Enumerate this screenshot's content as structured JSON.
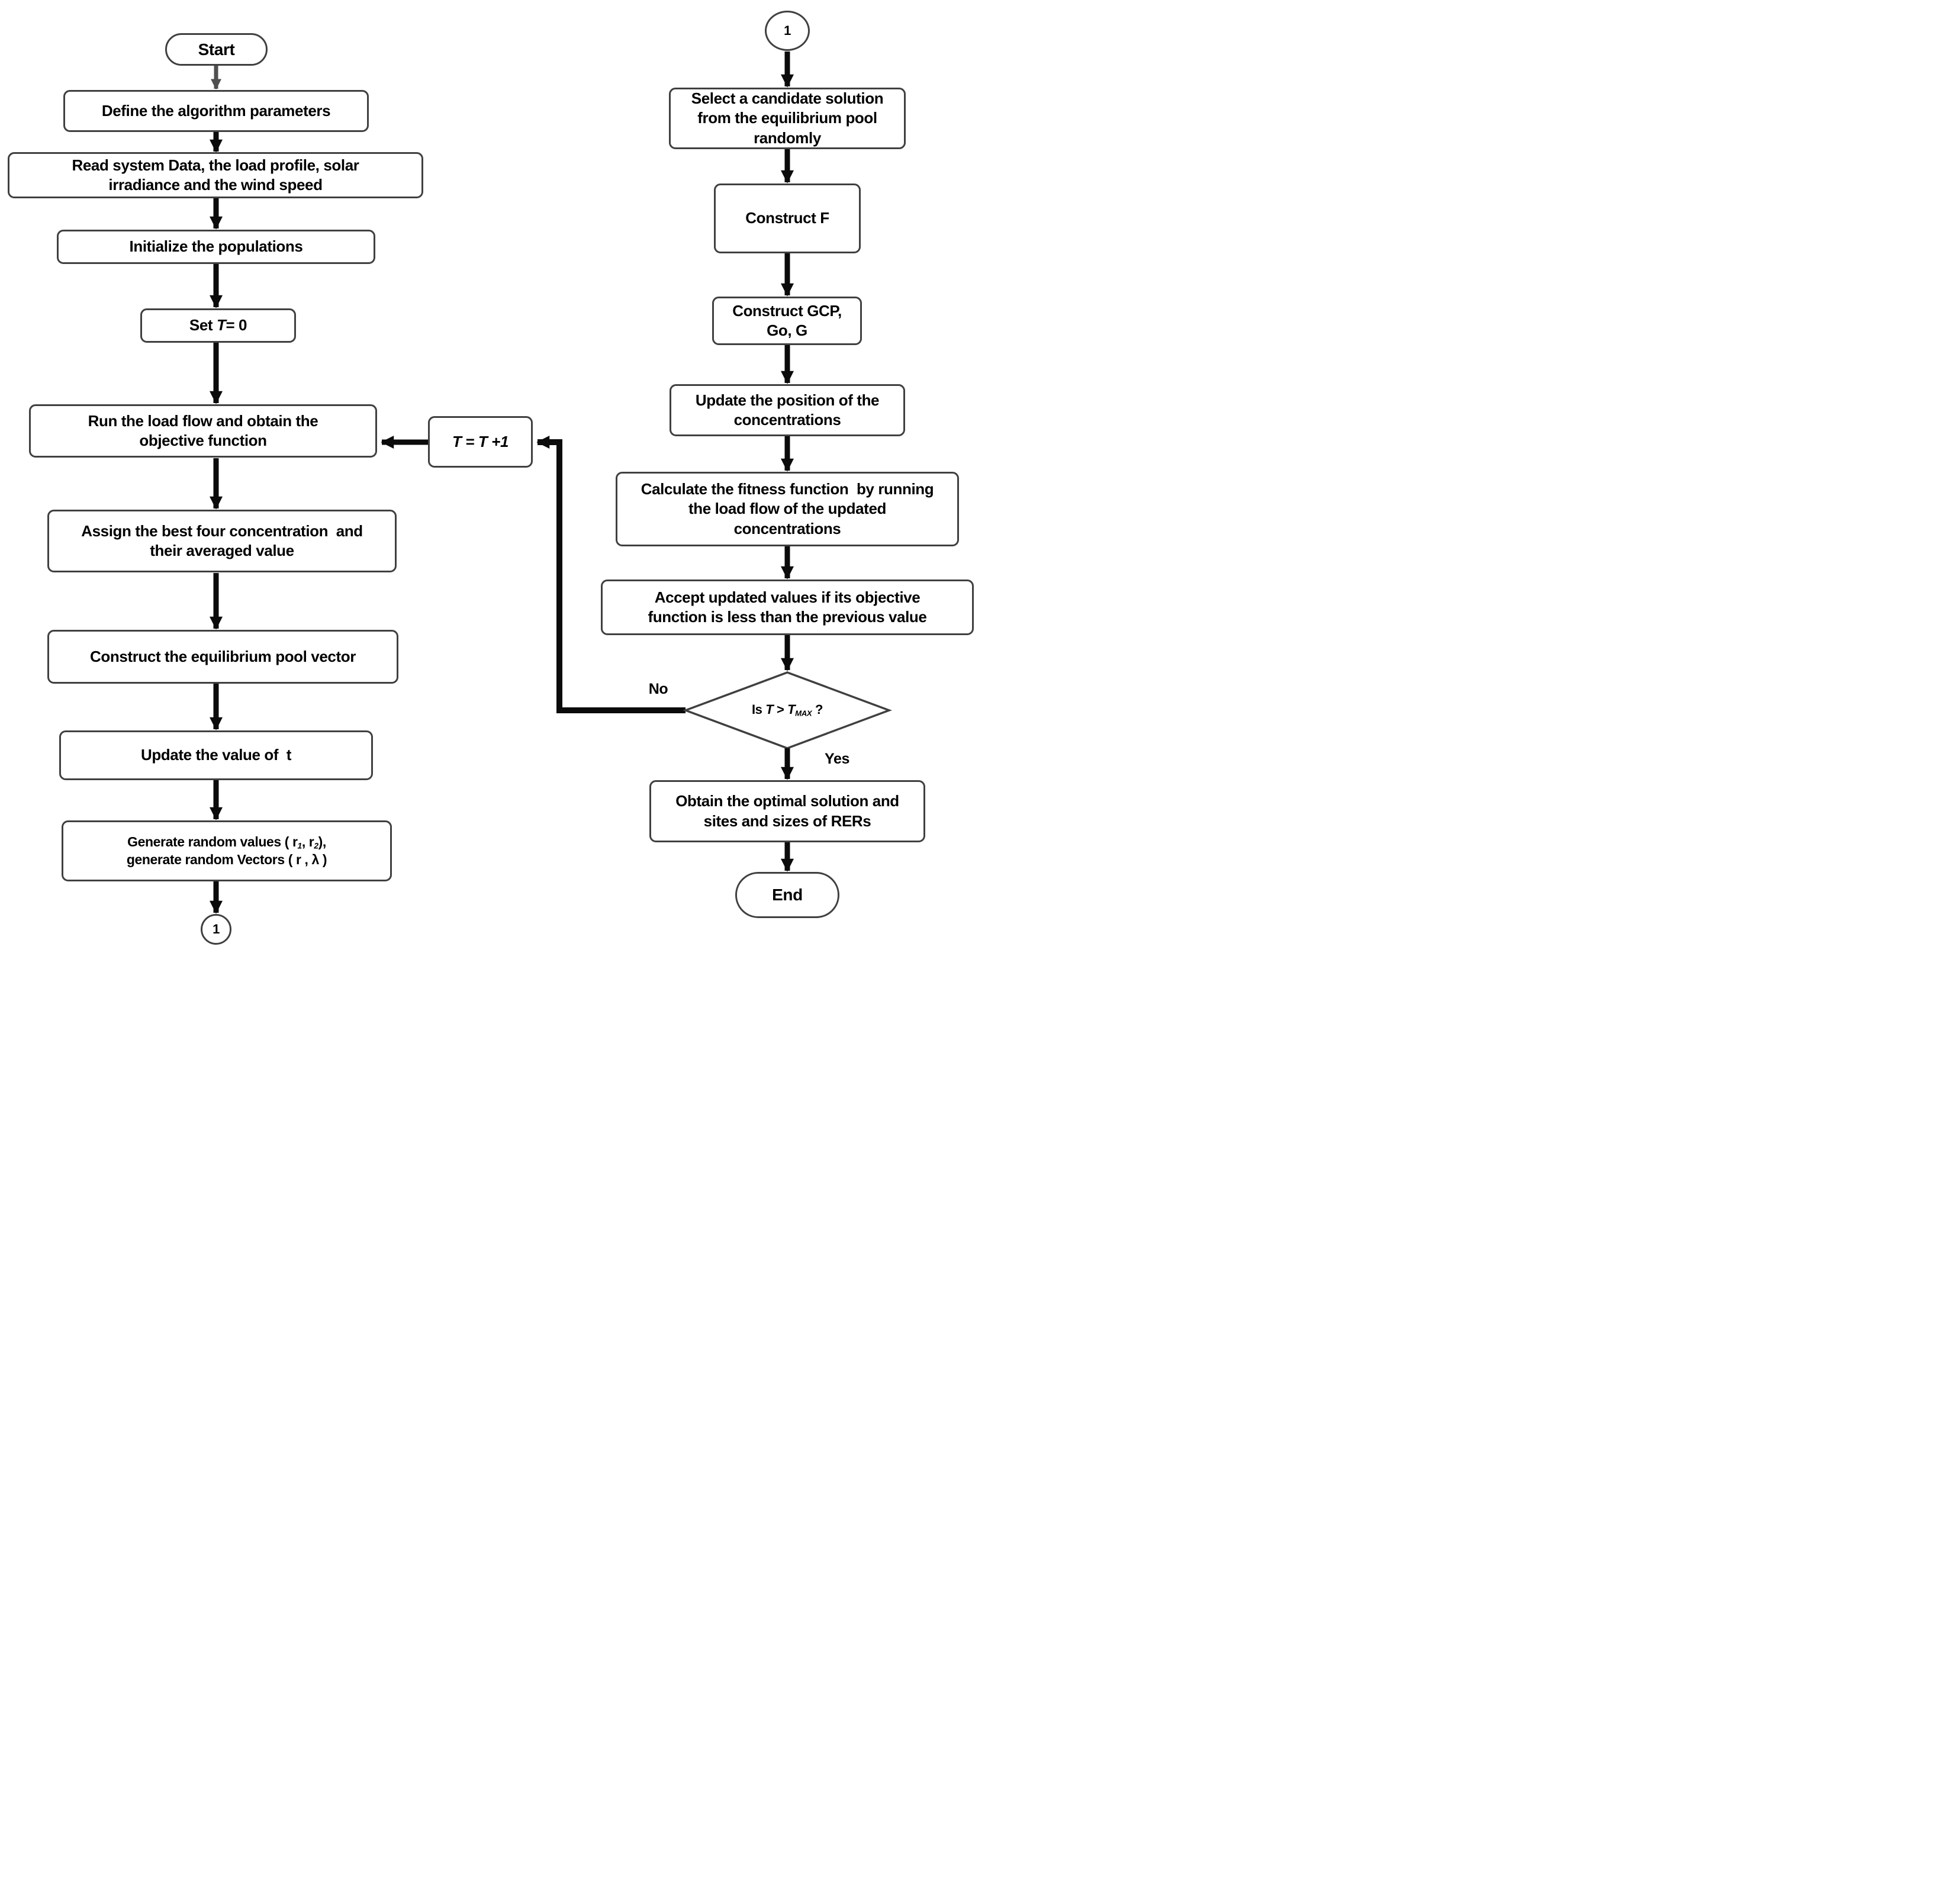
{
  "flowchart": {
    "title_hint": "Equilibrium-optimizer style algorithm flowchart",
    "colors": {
      "box_border": "#404040",
      "arrow": "#0b0b0b",
      "start_arrow_gray": "#4f4f4f",
      "box_fill": "#ffffff",
      "text": "#000000"
    },
    "left": {
      "start": "Start",
      "define": "Define the algorithm parameters",
      "read": "Read system Data, the load profile, solar\nirradiance and the wind speed",
      "init": "Initialize the populations",
      "set": {
        "pre": "Set ",
        "var": "T",
        "post": "= 0"
      },
      "run": "Run the load flow and obtain the\nobjective function",
      "assign": "Assign the best four concentration  and\ntheir averaged value",
      "pool": "Construct the equilibrium pool vector",
      "update_t": "Update the value of  t",
      "generate": {
        "l1a": "Generate random values ( r",
        "sub1": "1",
        "l1b": ", r",
        "sub2": "2",
        "l1c": "),",
        "l2": "generate random Vectors ( r , λ )"
      },
      "connector": "1"
    },
    "loop": {
      "t_inc": "T = T +1"
    },
    "right": {
      "connector": "1",
      "select": "Select a candidate solution\nfrom the equilibrium pool\nrandomly",
      "construct_f": "Construct F",
      "construct_gcp": "Construct GCP,\nGo, G",
      "update_pos": "Update the position of the\nconcentrations",
      "calculate": "Calculate the fitness function  by running\nthe load flow of the updated\nconcentrations",
      "accept": "Accept updated values if its objective\nfunction is less than the previous value",
      "decision": {
        "pre": "Is ",
        "var1": "T",
        "mid": " > ",
        "var2": "T",
        "sub": "MAX",
        "post": " ?"
      },
      "no_label": "No",
      "yes_label": "Yes",
      "obtain": "Obtain the optimal solution and\nsites and sizes of RERs",
      "end": "End"
    }
  }
}
